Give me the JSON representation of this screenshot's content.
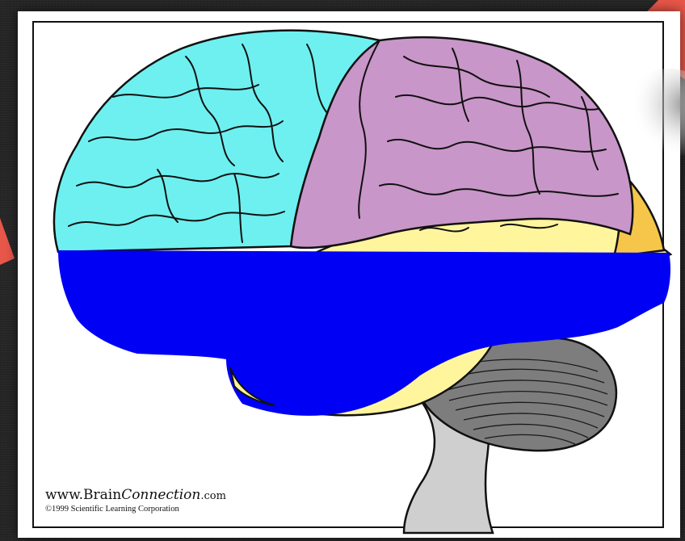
{
  "figure": {
    "subject": "lateral view of the human brain",
    "regions": [
      {
        "name": "frontal-lobe",
        "color": "#6ef0f0"
      },
      {
        "name": "parietal-lobe",
        "color": "#c996c9"
      },
      {
        "name": "occipital-lobe",
        "color": "#f5c64a"
      },
      {
        "name": "temporal-lobe",
        "color": "#fff59d"
      },
      {
        "name": "masked-region",
        "color": "#0000f5"
      },
      {
        "name": "cerebellum",
        "color": "#7d7d7d"
      },
      {
        "name": "brain-stem",
        "color": "#cfcfcf"
      }
    ]
  },
  "credit": {
    "site_prefix": "www.",
    "site_brain": "Brain",
    "site_connection": "Connection",
    "site_suffix": ".com",
    "copyright": "©1999 Scientific Learning Corporation"
  },
  "decor": {
    "accent": "#e8574a",
    "background": "#2d2d2d"
  }
}
